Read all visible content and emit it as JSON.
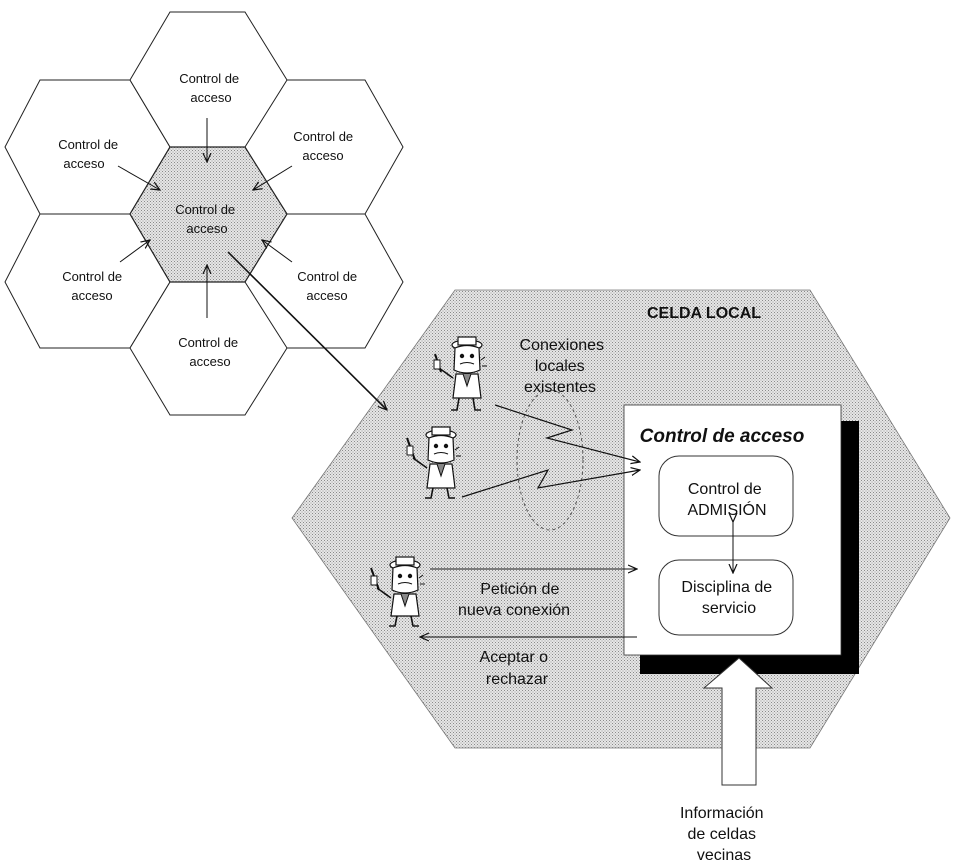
{
  "cells": {
    "top": [
      "Control de",
      "acceso"
    ],
    "upper_left": [
      "Control de",
      "acceso"
    ],
    "upper_right": [
      "Control de",
      "acceso"
    ],
    "center": [
      "Control de",
      "acceso"
    ],
    "lower_left": [
      "Control de",
      "acceso"
    ],
    "lower_right": [
      "Control de",
      "acceso"
    ],
    "bottom": [
      "Control de",
      "acceso"
    ]
  },
  "local_cell": {
    "title": "CELDA LOCAL",
    "existing_connections": [
      "Conexiones",
      "locales",
      "existentes"
    ],
    "request": [
      "Petición de",
      "nueva conexión"
    ],
    "response": [
      "Aceptar o",
      "rechazar"
    ]
  },
  "access_control_box": {
    "title": "Control de acceso",
    "admission": [
      "Control de",
      "ADMISIÓN"
    ],
    "discipline": [
      "Disciplina de",
      "servicio"
    ]
  },
  "neighbor_info": [
    "Información",
    "de celdas",
    "vecinas"
  ],
  "colors": {
    "cell_fill": "#d4d4d4",
    "stroke": "#222222",
    "shadow": "#000000"
  },
  "icons": [
    "user-agent-icon",
    "user-agent-icon",
    "user-agent-icon"
  ]
}
